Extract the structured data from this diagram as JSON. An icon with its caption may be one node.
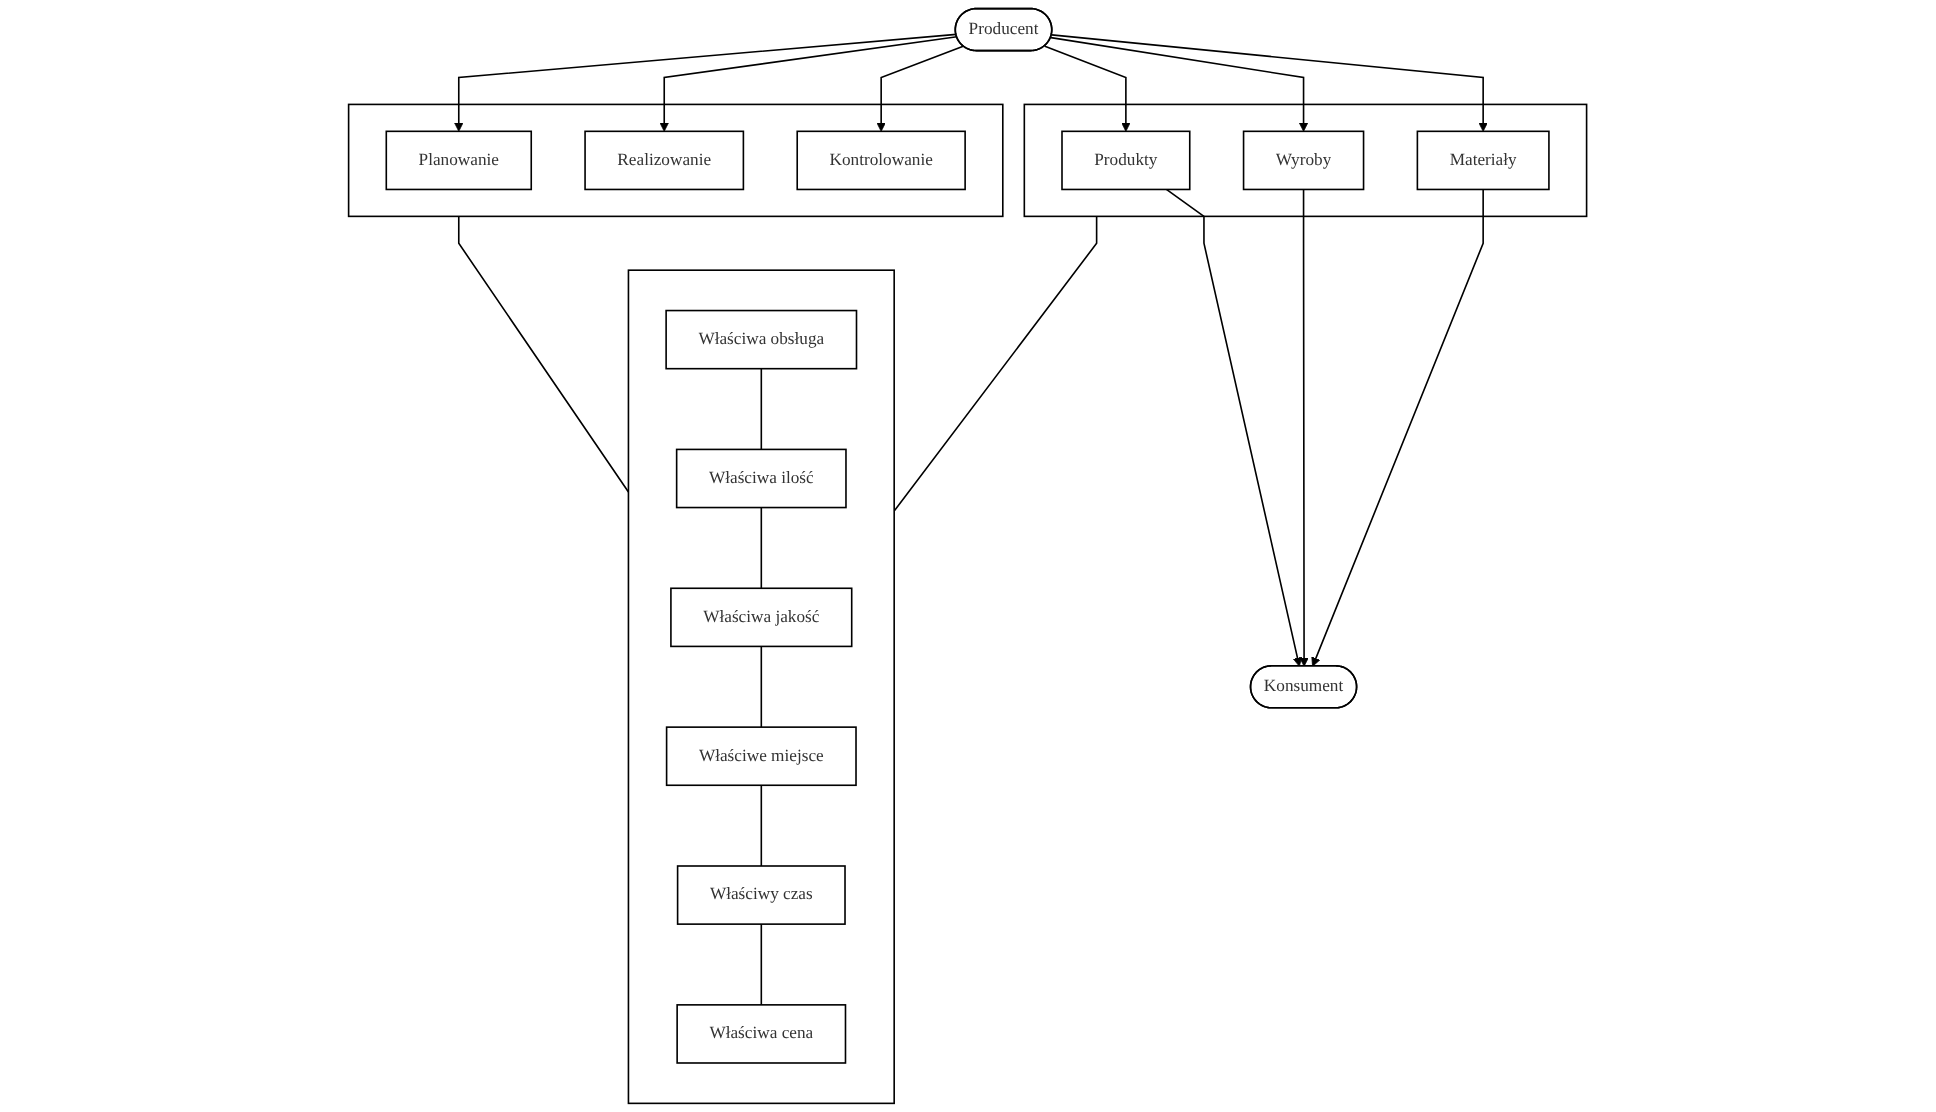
{
  "diagram": {
    "nodes": [
      {
        "text": [],
        "shape": "box"
      },
      {
        "text": [
          "Planowanie"
        ],
        "in": 0
      },
      {
        "text": [
          "Realizowanie"
        ],
        "in": 0
      },
      {
        "text": [
          "Kontrolowanie"
        ],
        "in": 0
      },
      {
        "text": [],
        "shape": "box"
      },
      {
        "text": [
          "Właściwa obsługa"
        ],
        "in": 4
      },
      {
        "text": [
          "Właściwa ilość"
        ],
        "in": 4
      },
      {
        "text": [
          "Właściwa jakość"
        ],
        "in": 4
      },
      {
        "text": [
          "Właściwe miejsce"
        ],
        "in": 4
      },
      {
        "text": [
          "Właściwy czas"
        ],
        "in": 4
      },
      {
        "text": [
          "Właściwa cena"
        ],
        "in": 4
      },
      {
        "text": [
          "Producent"
        ]
      },
      {
        "text": [],
        "shape": "box"
      },
      {
        "text": [
          "Produkty"
        ],
        "in": 12
      },
      {
        "text": [
          "Wyroby"
        ],
        "in": 12
      },
      {
        "text": [
          "Materiały"
        ],
        "in": 12
      },
      {
        "text": [
          "Konsument"
        ]
      }
    ],
    "edges": [
      {
        "from": 11,
        "to": 1,
        "arrow": "to"
      },
      {
        "from": 11,
        "to": 2,
        "arrow": "to"
      },
      {
        "from": 11,
        "to": 3,
        "arrow": "to"
      },
      {
        "from": 11,
        "to": 13,
        "arrow": "to"
      },
      {
        "from": 11,
        "to": 14,
        "arrow": "to"
      },
      {
        "from": 11,
        "to": 15,
        "arrow": "to"
      },
      {
        "from": 13,
        "to": 16,
        "arrow": "to"
      },
      {
        "from": 14,
        "to": 16,
        "arrow": "to"
      },
      {
        "from": 15,
        "to": 16,
        "arrow": "to"
      },
      {
        "from": 5,
        "to": 6,
        "arrow": "none"
      },
      {
        "from": 6,
        "to": 7,
        "arrow": "none"
      },
      {
        "from": 7,
        "to": 8,
        "arrow": "none"
      },
      {
        "from": 8,
        "to": 9,
        "arrow": "none"
      },
      {
        "from": 9,
        "to": 10,
        "arrow": "none"
      },
      {
        "from": 0,
        "to": 4,
        "arrow": "none"
      },
      {
        "from": 12,
        "to": 4,
        "arrow": "none"
      }
    ]
  }
}
